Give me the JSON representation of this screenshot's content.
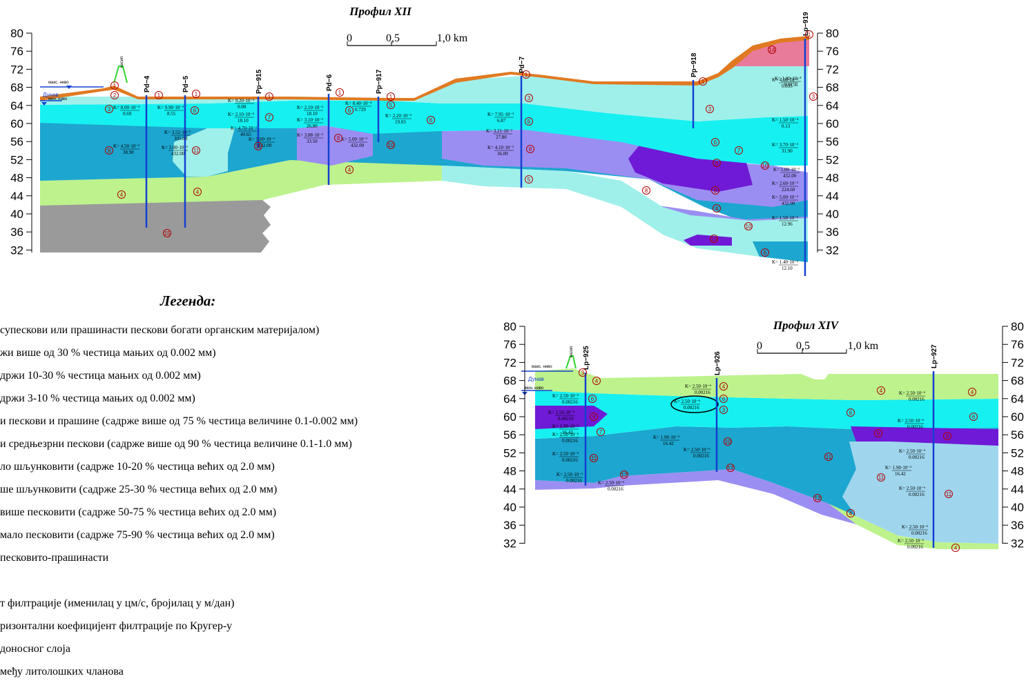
{
  "profile_xii": {
    "title": "Профил XII",
    "scale": {
      "zero": "0",
      "half": "0,5",
      "one": "1,0 km"
    },
    "river": {
      "name": "Дунав",
      "max_level": "макс. ниво",
      "min_level": "мин. ниво"
    },
    "y_ticks": [
      "80",
      "76",
      "72",
      "68",
      "64",
      "60",
      "56",
      "52",
      "48",
      "44",
      "40",
      "36",
      "32"
    ],
    "wells": [
      "Pd−4",
      "Pd−5",
      "Pp−915",
      "Pd−6",
      "Pp−917",
      "Pd−7",
      "Pp−918",
      "Lp−919"
    ],
    "side_label": "насип",
    "k_values": [
      {
        "k": "K= 8.00·10⁻⁴",
        "v": "0.69"
      },
      {
        "k": "K= 9.90·10⁻³",
        "v": "8.55"
      },
      {
        "k": "K= 9.20·10⁻⁴",
        "v": "0.08"
      },
      {
        "k": "K= 2.10·10⁻²",
        "v": "18.10"
      },
      {
        "k": "K= 3.52·10⁻¹",
        "v": "305.00"
      },
      {
        "k": "K= 4.50·10⁻²",
        "v": "38.90"
      },
      {
        "k": "K= 5.00·10⁻¹",
        "v": "432.00"
      },
      {
        "k": "K= 4.70·10⁻²",
        "v": "40.65"
      },
      {
        "k": "K= 5.00·10⁻¹",
        "v": "432.00"
      },
      {
        "k": "K= 2.10·10⁻²",
        "v": "18.10"
      },
      {
        "k": "K= 3.10·10⁻²",
        "v": "26.80"
      },
      {
        "k": "K= 3.88·10⁻²",
        "v": "33.50"
      },
      {
        "k": "K= 8.40·10⁻⁴",
        "v": "0.729"
      },
      {
        "k": "K= 2.20·10⁻²",
        "v": "19.03"
      },
      {
        "k": "K= 5.00·10⁻¹",
        "v": "432.00"
      },
      {
        "k": "K= 7.95·10⁻³",
        "v": "6.87"
      },
      {
        "k": "K= 3.21·10⁻²",
        "v": "27.80"
      },
      {
        "k": "K= 4.10·10⁻²",
        "v": "36.00"
      },
      {
        "k": "K= 1.80·10⁻⁴",
        "v": "0.0156"
      },
      {
        "k": "K= 4.00·10⁻⁴",
        "v": "0.035"
      },
      {
        "k": "K= 1.50·10⁻⁴",
        "v": "0.13"
      },
      {
        "k": "K= 3.70·10⁻²",
        "v": "31.90"
      },
      {
        "k": "K= 5.00·10⁻¹",
        "v": "432.00"
      },
      {
        "k": "K= 2.60·10⁻¹",
        "v": "224.60"
      },
      {
        "k": "K= 5.00·10⁻¹",
        "v": "432.00"
      },
      {
        "k": "K= 1.50·10⁻²",
        "v": "12.96"
      },
      {
        "k": "K= 1.40·10⁻²",
        "v": "12.10"
      }
    ]
  },
  "profile_xiv": {
    "title": "Профил XIV",
    "scale": {
      "zero": "0",
      "half": "0,5",
      "one": "1,0 km"
    },
    "river": {
      "name": "Дунав",
      "max_level": "макс. ниво",
      "min_level": "мин. ниво"
    },
    "y_ticks": [
      "80",
      "76",
      "72",
      "68",
      "64",
      "60",
      "56",
      "52",
      "48",
      "44",
      "40",
      "36",
      "32"
    ],
    "wells": [
      "Lp−925",
      "Lp−926",
      "Lp−927"
    ],
    "side_label": "насип",
    "k_values": [
      {
        "k": "K= 2.50·10⁻⁶",
        "v": "0.00216"
      },
      {
        "k": "K= 2.50·10⁻⁶",
        "v": "0.00216"
      },
      {
        "k": "K= 2.50·10⁻⁶",
        "v": "0.00216"
      },
      {
        "k": "K= 1.90·10⁻²",
        "v": "16.42"
      },
      {
        "k": "K= 2.50·10⁻⁶",
        "v": "0.00216"
      },
      {
        "k": "K= 2.50·10⁻⁶",
        "v": "0.00216"
      },
      {
        "k": "K= 2.50·10⁻⁶",
        "v": "0.00216"
      },
      {
        "k": "K= 2.50·10⁻⁶",
        "v": "0.00216"
      },
      {
        "k": "K= 2.50·10⁻⁶",
        "v": "0.00216"
      },
      {
        "k": "K= 1.90·10⁻²",
        "v": "16.42"
      },
      {
        "k": "K= 2.50·10⁻⁶",
        "v": "0.00216"
      },
      {
        "k": "K= 2.50·10⁻⁶",
        "v": "0.00216"
      },
      {
        "k": "K= 2.50·10⁻⁶",
        "v": "0.00216"
      },
      {
        "k": "K= 2.50·10⁻⁶",
        "v": "0.00216"
      },
      {
        "k": "K= 1.90·10⁻²",
        "v": "16.42"
      },
      {
        "k": "K= 2.50·10⁻⁶",
        "v": "0.00216"
      },
      {
        "k": "K= 2.50·10⁻⁶",
        "v": "0.00216"
      },
      {
        "k": "K= 2.50·10⁻⁶",
        "v": "0.00216"
      }
    ]
  },
  "legend": {
    "title": "Легенда:",
    "items": [
      "супескови или прашинасти пескови богати органским материјалом)",
      "жи више од 30 % честица мањих од 0.002 мм)",
      "држи 10-30 % честица мањих од 0.002 мм)",
      "држи 3-10 % честица мањих од 0.002 мм)",
      "и пескови и прашине (садрже више од 75 % честица величине 0.1-0.002 мм)",
      "и средњезрни пескови (садрже више од 90 % честица величине 0.1-1.0 мм)",
      "ло шљунковити (садрже 10-20 % честица већих од 2.0 мм)",
      "ше шљунковити (садрже 25-30 % честица већих од 2.0 мм)",
      "више песковити (садрже 50-75 % честица већих од 2.0 мм)",
      "мало песковити (садрже 75-90 % честица већих од 2.0 мм)",
      "песковито-прашинасти",
      "",
      "т филтрације (именилац у цм/с, бројилац у м/дан)",
      "ризонтални коефицијент филтрације по Кругер-у",
      "доносног слоја",
      "међу литолошких чланова"
    ]
  },
  "colors": {
    "topsoil": "#e07a22",
    "clay_green": "#bdf28c",
    "light_cyan": "#9ff0ea",
    "cyan": "#17f0f0",
    "dark_cyan": "#1da6cf",
    "lavender": "#9b8ef2",
    "purple": "#6f1ad6",
    "pink": "#e87a9a",
    "grey": "#9a9a9a",
    "pale_blue": "#9fd6ee",
    "well_line": "#1240d0"
  }
}
